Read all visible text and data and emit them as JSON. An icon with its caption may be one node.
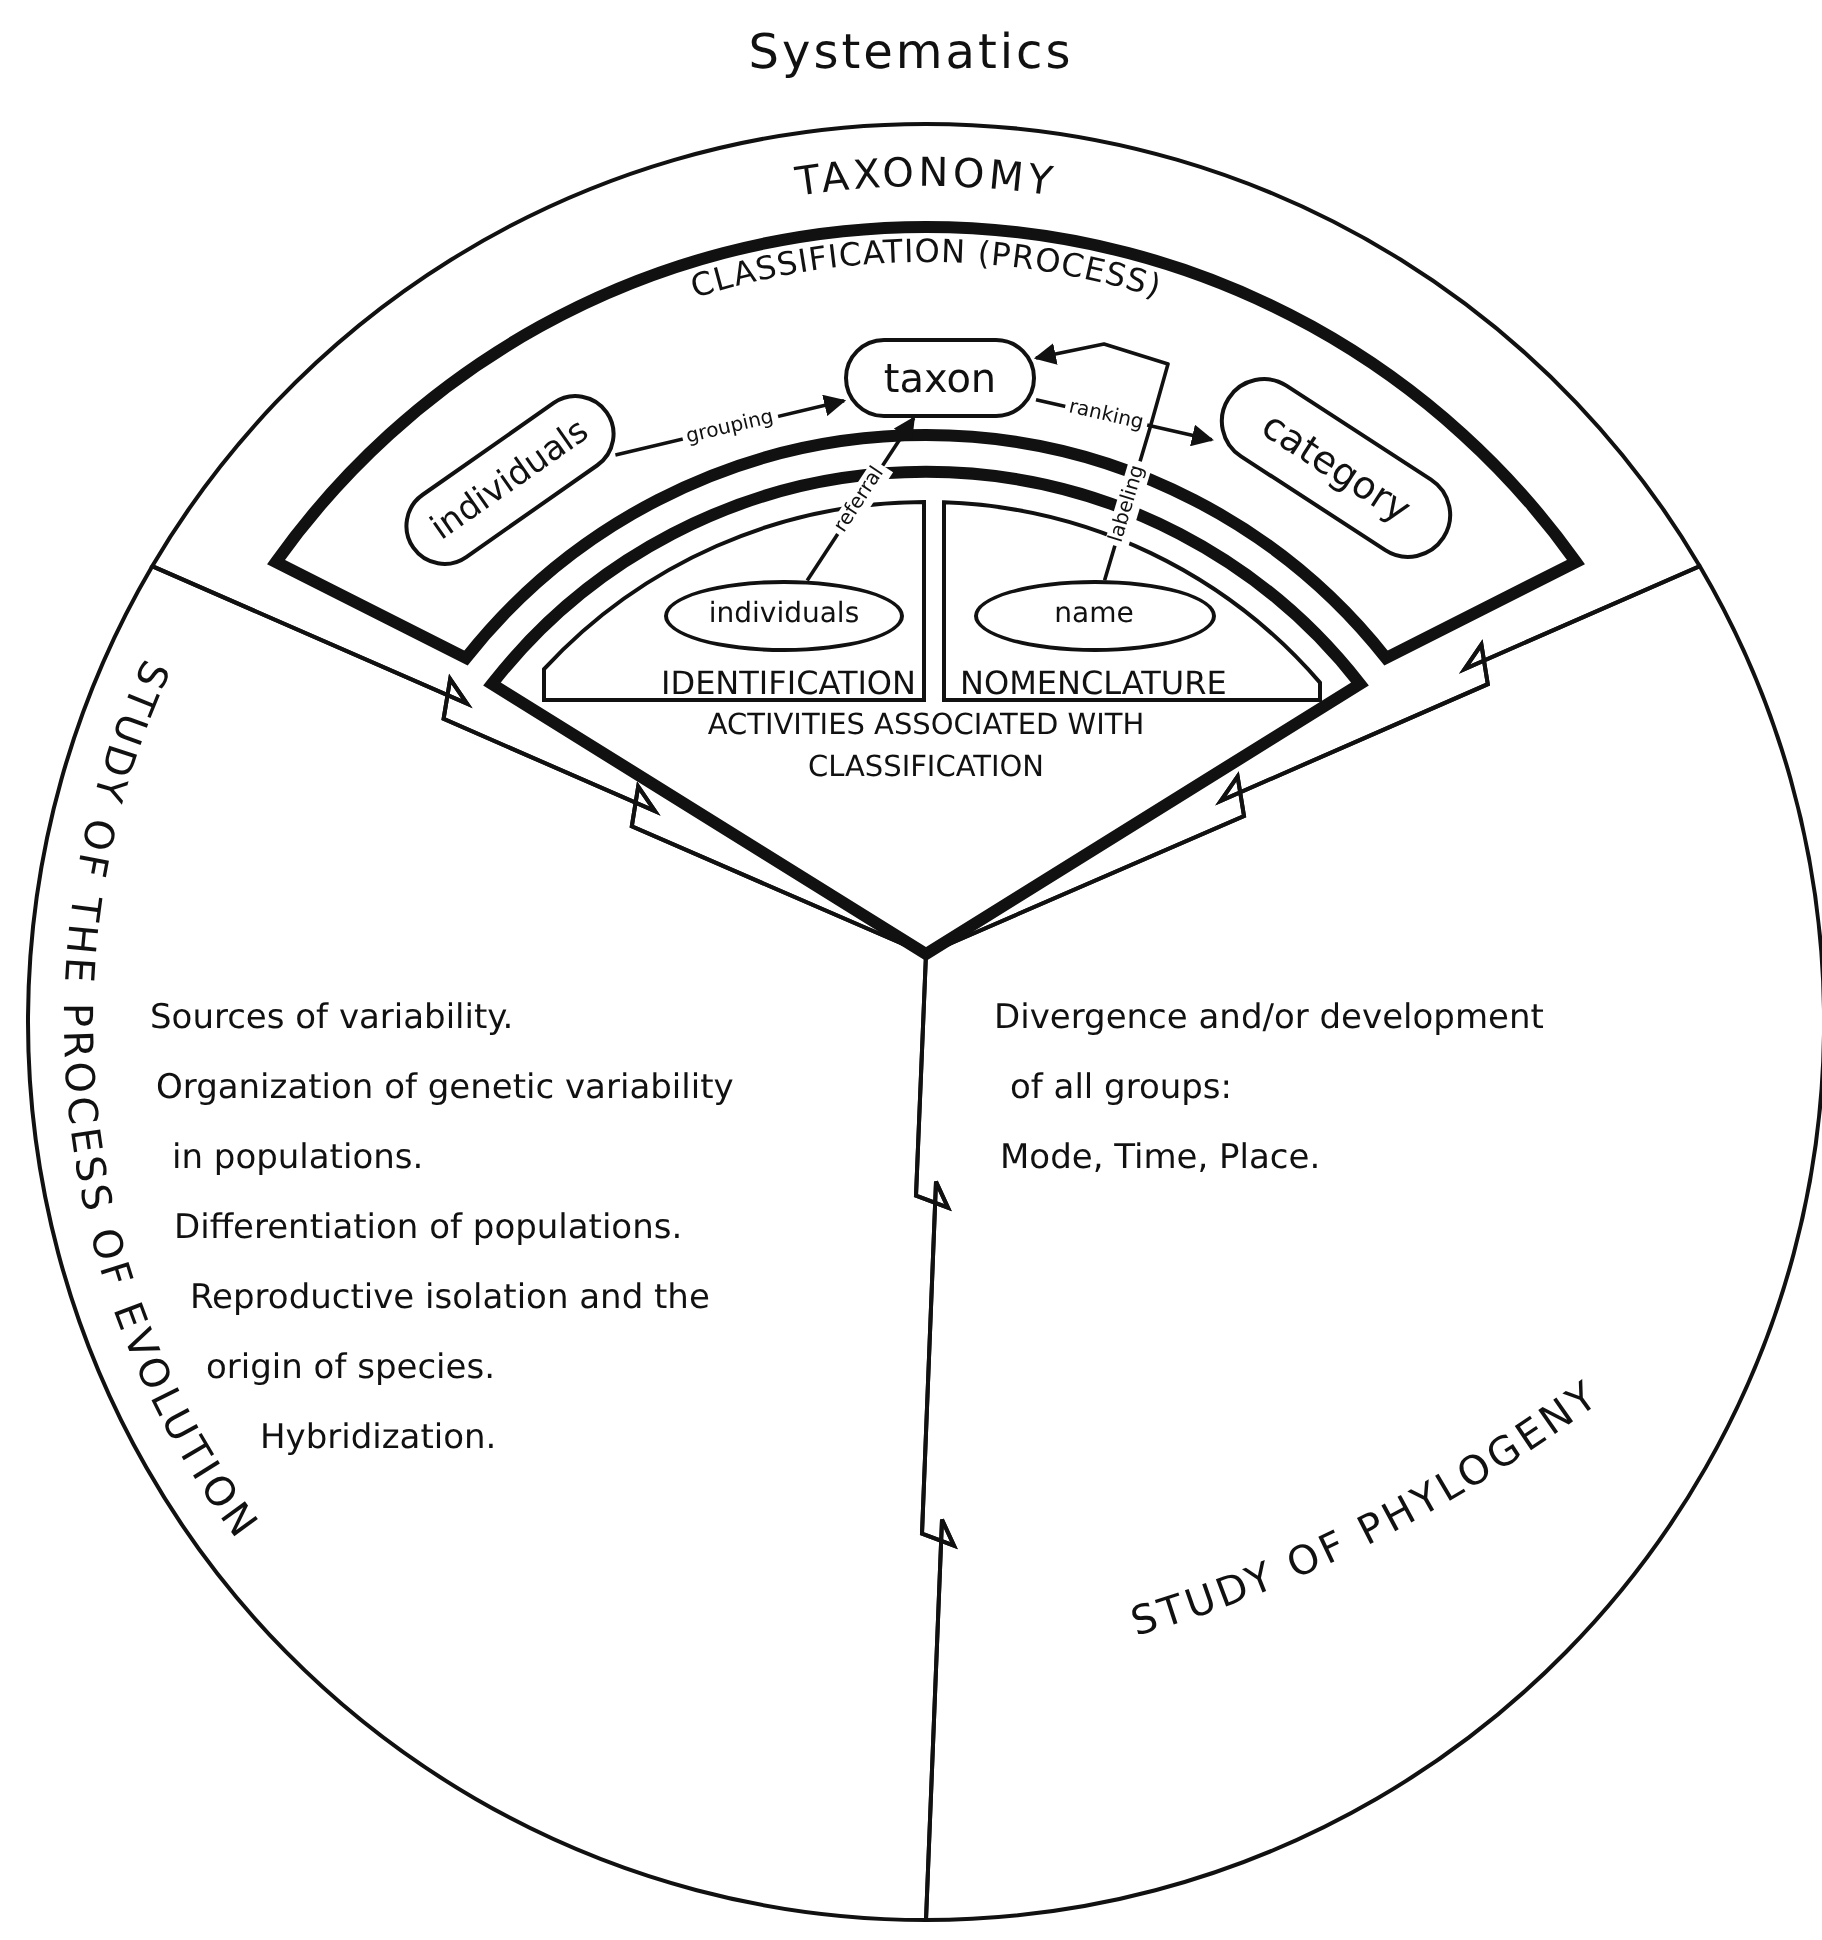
{
  "diagram": {
    "title": "Systematics",
    "nodes": [
      {
        "text": [
          "TAXONOMY"
        ]
      },
      {
        "text": [
          "CLASSIFICATION (PROCESS)"
        ],
        "in": 0
      },
      {
        "text": [
          "individuals"
        ],
        "in": 1
      },
      {
        "text": [
          "taxon"
        ],
        "in": 1
      },
      {
        "text": [
          "category"
        ],
        "in": 1
      },
      {
        "text": [
          "ACTIVITIES ASSOCIATED WITH CLASSIFICATION"
        ],
        "in": 0
      },
      {
        "text": [
          "IDENTIFICATION"
        ],
        "in": 5
      },
      {
        "text": [
          "individuals"
        ],
        "in": 6
      },
      {
        "text": [
          "NOMENCLATURE"
        ],
        "in": 5
      },
      {
        "text": [
          "name"
        ],
        "in": 8
      },
      {
        "text": [
          "STUDY OF THE PROCESS OF EVOLUTION",
          "Sources of variability.",
          "Organization of genetic variability in populations.",
          "Differentiation of populations.",
          "Reproductive isolation and the origin of species.",
          "Hybridization."
        ]
      },
      {
        "text": [
          "Divergence and/or development of all groups:",
          "Mode, Time, Place.",
          "STUDY OF PHYLOGENY"
        ]
      }
    ],
    "edges": [
      {
        "from": 2,
        "to": 3,
        "arrow": "to",
        "label": "grouping"
      },
      {
        "from": 3,
        "to": 4,
        "arrow": "to",
        "label": "ranking"
      },
      {
        "from": 7,
        "to": 3,
        "arrow": "to",
        "label": "referral"
      },
      {
        "from": 9,
        "to": 3,
        "arrow": "to",
        "label": "labeling"
      }
    ]
  }
}
